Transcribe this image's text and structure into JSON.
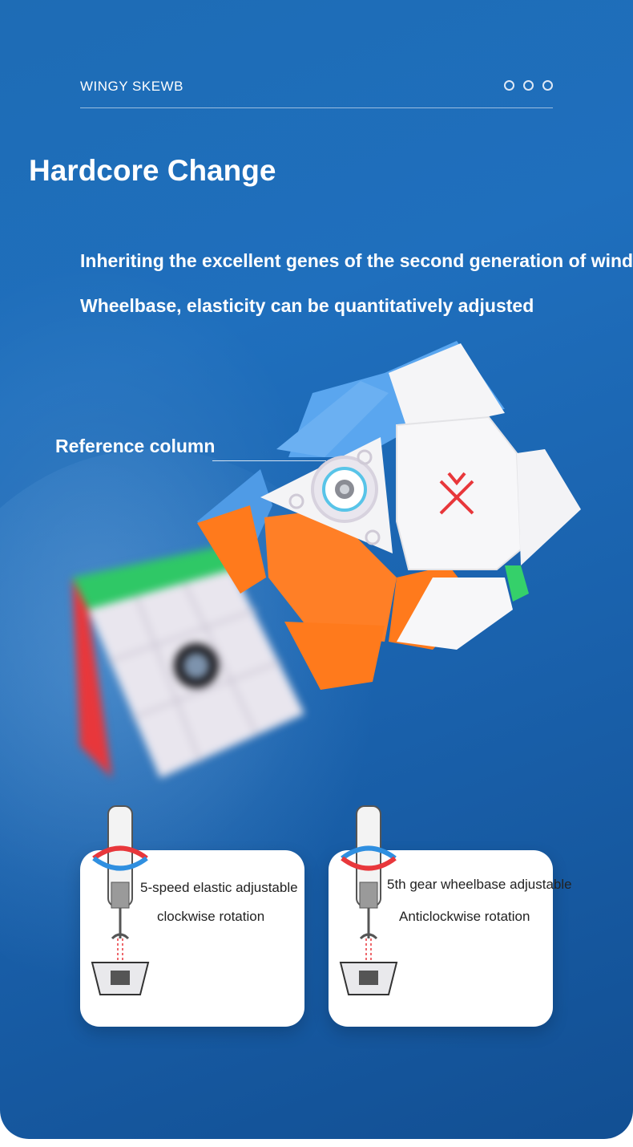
{
  "header": {
    "brand": "WINGY SKEWB"
  },
  "hero": {
    "title": "Hardcore Change",
    "lines": [
      "Inheriting the excellent genes of the second generation of wind",
      "Wheelbase, elasticity can be quantitatively adjusted"
    ]
  },
  "callout": {
    "reference_label": "Reference column"
  },
  "cards": [
    {
      "title": "5-speed elastic adjustable",
      "subtitle": "clockwise rotation"
    },
    {
      "title": "5th gear wheelbase adjustable",
      "subtitle": "Anticlockwise rotation"
    }
  ],
  "colors": {
    "background": "#1e6cb5",
    "accent_red": "#e8373b",
    "accent_blue": "#2f8fe0",
    "cube_orange": "#ff7a1c",
    "cube_blue": "#5aa6ef",
    "cube_white": "#f6f6f6",
    "cube_green": "#35d06a"
  }
}
